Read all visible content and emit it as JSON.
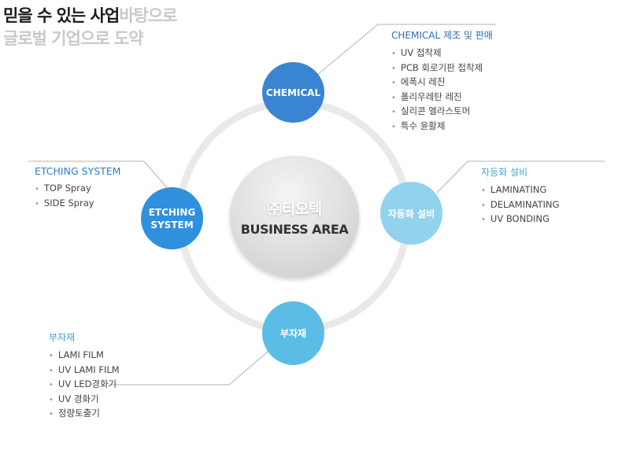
{
  "headline": {
    "line1_dark": "믿을 수 있는 사업",
    "line1_light": "바탕으로",
    "line2_light": "글로벌 기업으로 도약"
  },
  "center": {
    "company": "㈜티오텍",
    "subtitle": "BUSINESS AREA"
  },
  "nodes": {
    "chemical": "CHEMICAL",
    "etching": [
      "ETCHING",
      "SYSTEM"
    ],
    "automation": "자동화 설비",
    "submaterials": "부자재"
  },
  "sections": {
    "chemical": {
      "title": "CHEMICAL 제조 및 판매",
      "items": [
        "UV 접착제",
        "PCB 회로기판 접착제",
        "에폭시 레진",
        "폴리우레탄 레진",
        "실리콘 엘라스토머",
        "특수 윤활제"
      ]
    },
    "etching": {
      "title": "ETCHING SYSTEM",
      "items": [
        "TOP Spray",
        "SIDE Spray"
      ]
    },
    "automation": {
      "title": "자동화 설비",
      "items": [
        "LAMINATING",
        "DELAMINATING",
        "UV BONDING"
      ]
    },
    "submaterials": {
      "title": "부자재",
      "items": [
        "LAMI FILM",
        "UV LAMI FILM",
        "UV LED경화기",
        "UV 경화기",
        "정량토출기"
      ]
    }
  },
  "colors": {
    "chemical": "#3a85d2",
    "etching": "#2f90de",
    "automation": "#92d2ee",
    "submaterials": "#5bbde6",
    "ring": "#e9e9e9"
  }
}
